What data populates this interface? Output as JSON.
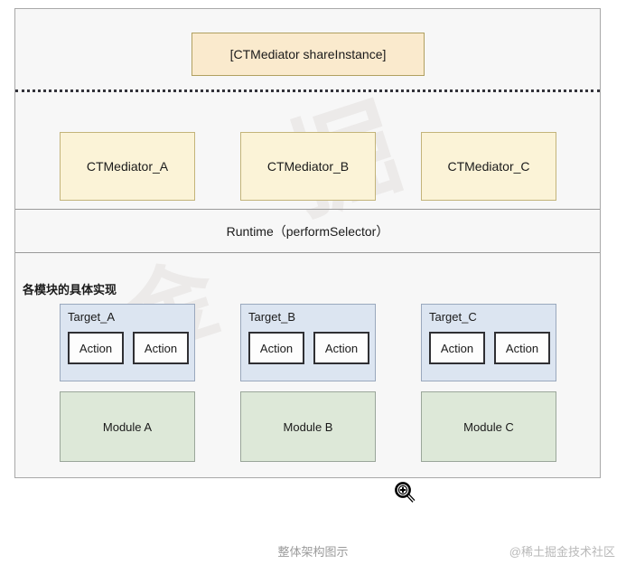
{
  "diagram": {
    "singleton": {
      "label": "[CTMediator shareInstance]"
    },
    "mediators": [
      {
        "label": "CTMediator_A"
      },
      {
        "label": "CTMediator_B"
      },
      {
        "label": "CTMediator_C"
      }
    ],
    "runtime": {
      "label": "Runtime（performSelector）"
    },
    "implementation": {
      "section_title": "各模块的具体实现",
      "columns": [
        {
          "target_label": "Target_A",
          "actions": [
            "Action",
            "Action"
          ],
          "module_label": "Module A"
        },
        {
          "target_label": "Target_B",
          "actions": [
            "Action",
            "Action"
          ],
          "module_label": "Module B"
        },
        {
          "target_label": "Target_C",
          "actions": [
            "Action",
            "Action"
          ],
          "module_label": "Module C"
        }
      ]
    },
    "watermark_glyphs": [
      "掘",
      "金"
    ],
    "colors": {
      "singleton_fill": "#faeacd",
      "singleton_border": "#b0a060",
      "mediator_fill": "#fbf3d7",
      "mediator_border": "#c3b47a",
      "target_fill": "#dce5f1",
      "target_border": "#9aa8bd",
      "action_fill": "#fdfdfd",
      "action_border": "#2f2f33",
      "module_fill": "#dde8d8",
      "module_border": "#9aa69a",
      "frame_bg": "#f7f7f7",
      "frame_border": "#a8a8a8",
      "divider": "#33333a"
    }
  },
  "footer": {
    "caption": "整体架构图示",
    "watermark": "@稀土掘金技术社区"
  },
  "cursor": {
    "type": "zoom-in-magnifier"
  }
}
